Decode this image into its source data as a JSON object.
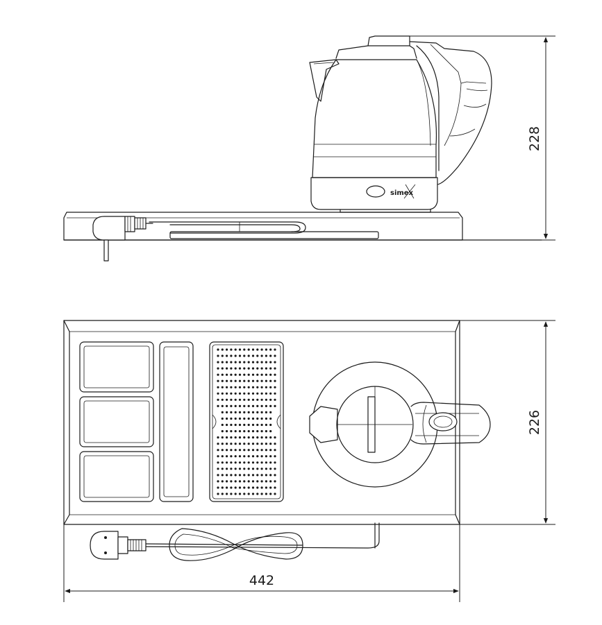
{
  "dimensions": {
    "height_side": "228",
    "depth_top": "226",
    "width_top": "442"
  },
  "kettle": {
    "brand_text": "simex"
  },
  "drip_tray": {
    "hole_rows": 24,
    "hole_cols": 14
  }
}
